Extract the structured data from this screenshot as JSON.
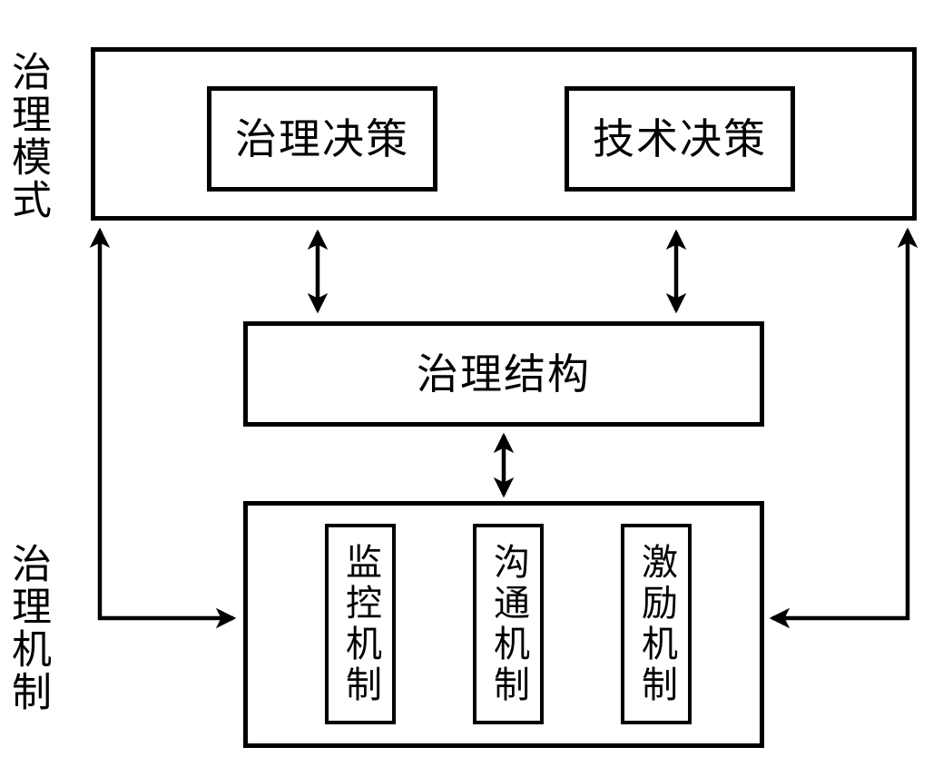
{
  "colors": {
    "line": "#000000",
    "background": "#ffffff",
    "text": "#000000"
  },
  "side_labels": {
    "top": "治理模式",
    "bottom": "治理机制"
  },
  "top_section": {
    "boxes": [
      {
        "label": "治理决策"
      },
      {
        "label": "技术决策"
      }
    ]
  },
  "middle_section": {
    "box": {
      "label": "治理结构"
    }
  },
  "bottom_section": {
    "boxes": [
      {
        "label": "监控机制"
      },
      {
        "label": "沟通机制"
      },
      {
        "label": "激励机制"
      }
    ]
  },
  "connections": [
    {
      "from": "治理决策",
      "to": "治理结构",
      "style": "double-headed-vertical"
    },
    {
      "from": "技术决策",
      "to": "治理结构",
      "style": "double-headed-vertical"
    },
    {
      "from": "治理结构",
      "to": "治理机制",
      "style": "double-headed-vertical"
    },
    {
      "from": "治理机制",
      "to": "治理模式",
      "style": "double-headed-elbow-left"
    },
    {
      "from": "治理机制",
      "to": "治理模式",
      "style": "double-headed-elbow-right"
    }
  ]
}
